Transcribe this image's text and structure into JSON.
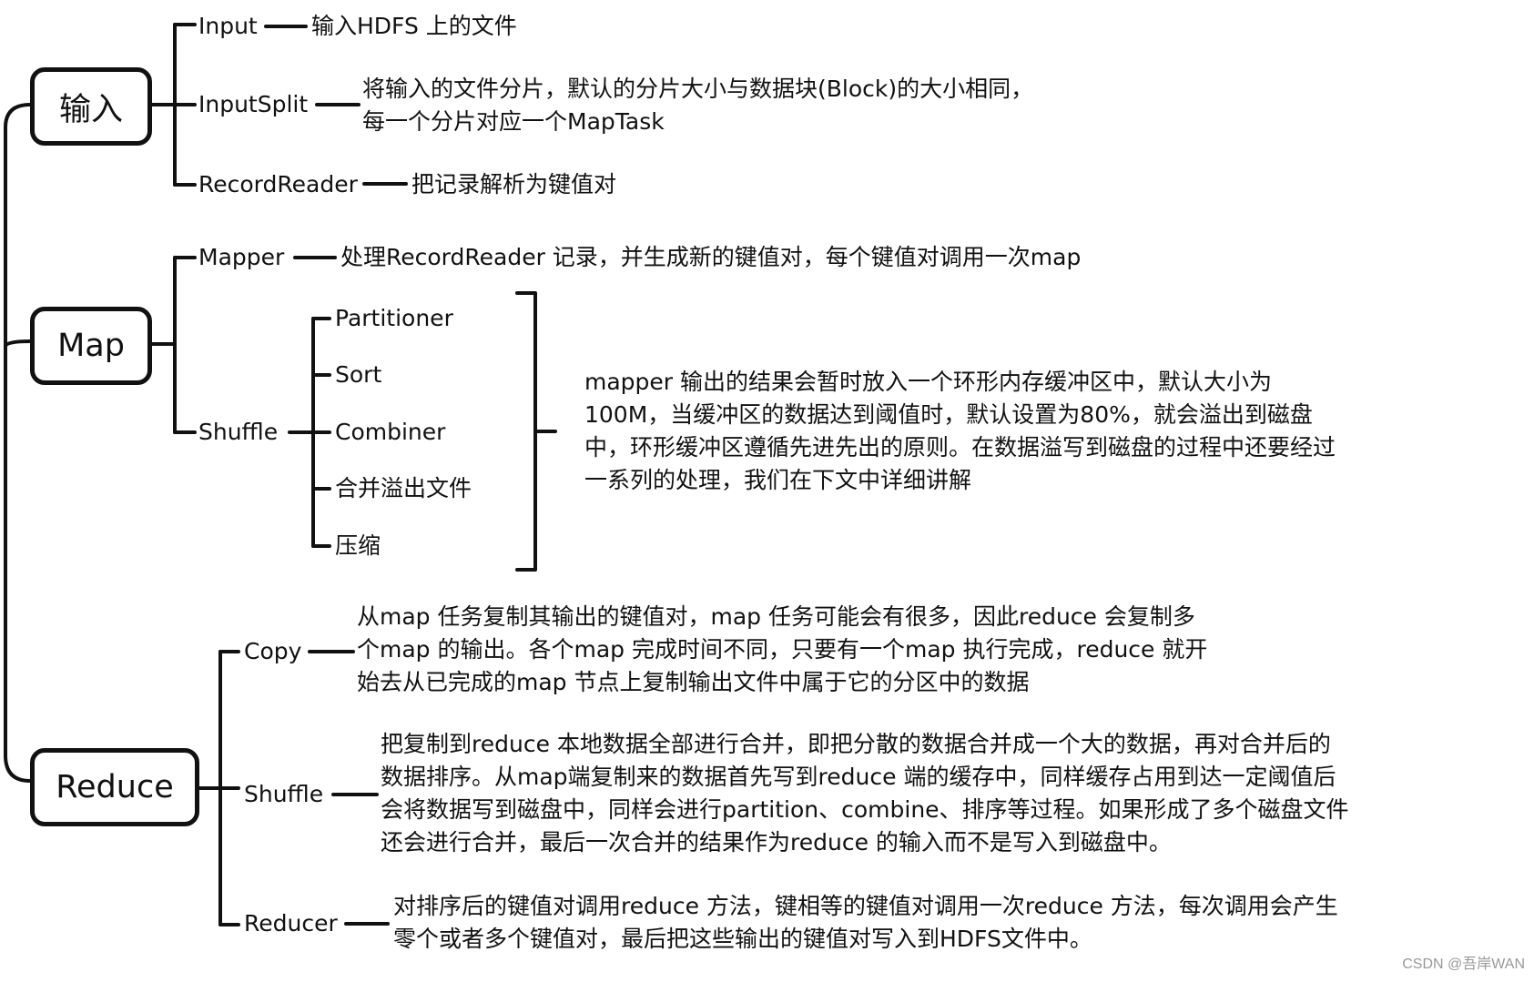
{
  "mindmap": {
    "input": {
      "title": "输入",
      "children": [
        {
          "label": "Input",
          "desc": [
            "输入HDFS 上的文件"
          ]
        },
        {
          "label": "InputSplit",
          "desc": [
            "将输入的文件分片，默认的分片大小与数据块(Block)的大小相同，",
            "每一个分片对应一个MapTask"
          ]
        },
        {
          "label": "RecordReader",
          "desc": [
            "把记录解析为键值对"
          ]
        }
      ]
    },
    "map": {
      "title": "Map",
      "children": [
        {
          "label": "Mapper",
          "desc": [
            "处理RecordReader 记录，并生成新的键值对，每个键值对调用一次map"
          ]
        },
        {
          "label": "Shuffle",
          "steps": [
            "Partitioner",
            "Sort",
            "Combiner",
            "合并溢出文件",
            "压缩"
          ],
          "desc": [
            "mapper 输出的结果会暂时放入一个环形内存缓冲区中，默认大小为",
            "100M，当缓冲区的数据达到阈值时，默认设置为80%，就会溢出到磁盘",
            "中，环形缓冲区遵循先进先出的原则。在数据溢写到磁盘的过程中还要经过",
            "一系列的处理，我们在下文中详细讲解"
          ]
        }
      ]
    },
    "reduce": {
      "title": "Reduce",
      "children": [
        {
          "label": "Copy",
          "desc": [
            "从map 任务复制其输出的键值对，map 任务可能会有很多，因此reduce 会复制多",
            "个map 的输出。各个map 完成时间不同，只要有一个map 执行完成，reduce 就开",
            "始去从已完成的map 节点上复制输出文件中属于它的分区中的数据"
          ]
        },
        {
          "label": "Shuffle",
          "desc": [
            "把复制到reduce 本地数据全部进行合并，即把分散的数据合并成一个大的数据，再对合并后的",
            "数据排序。从map端复制来的数据首先写到reduce 端的缓存中，同样缓存占用到达一定阈值后",
            "会将数据写到磁盘中，同样会进行partition、combine、排序等过程。如果形成了多个磁盘文件",
            "还会进行合并，最后一次合并的结果作为reduce 的输入而不是写入到磁盘中。"
          ]
        },
        {
          "label": "Reducer",
          "desc": [
            "对排序后的键值对调用reduce 方法，键相等的键值对调用一次reduce 方法，每次调用会产生",
            "零个或者多个键值对，最后把这些输出的键值对写入到HDFS文件中。"
          ]
        }
      ]
    }
  },
  "watermark": "CSDN @吾岸WAN"
}
